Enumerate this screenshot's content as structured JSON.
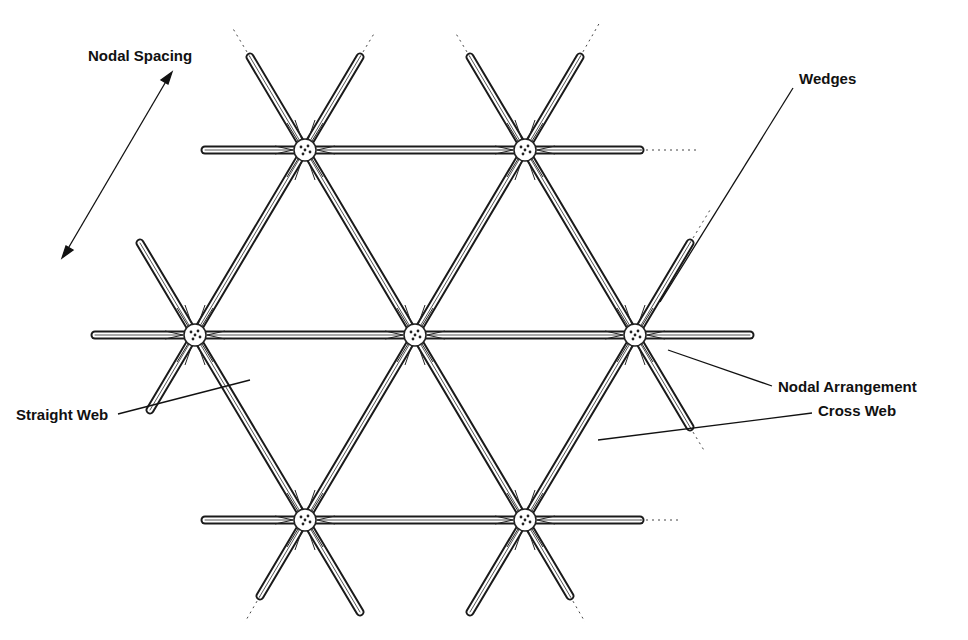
{
  "diagram": {
    "labels": [
      "Nodal Spacing",
      "Wedges",
      "Nodal Arrangement",
      "Straight Web",
      "Cross Web"
    ]
  }
}
